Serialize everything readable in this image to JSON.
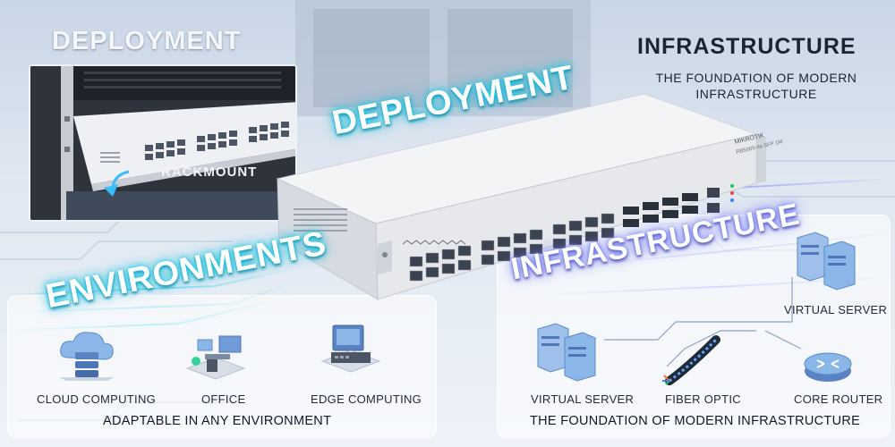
{
  "headings": {
    "deployment": "DEPLOYMENT",
    "infrastructure": "INFRASTRUCTURE",
    "subtitle": "THE FOUNDATION OF MODERN INFRASTRUCTURE"
  },
  "inset": {
    "label": "RACKMOUNT"
  },
  "banners": {
    "deployment": "DEPLOYMENT",
    "environments": "ENVIRONMENTS",
    "infrastructure": "INFRASTRUCTURE"
  },
  "device": {
    "brand": "MIKROTIK",
    "model": "RB5009-IN-SFP 1M"
  },
  "environments": {
    "items": [
      {
        "label": "CLOUD COMPUTING",
        "icon": "cloud-server-icon"
      },
      {
        "label": "OFFICE",
        "icon": "office-desk-icon"
      },
      {
        "label": "EDGE COMPUTING",
        "icon": "edge-device-icon"
      }
    ],
    "caption": "ADAPTABLE IN ANY ENVIRONMENT"
  },
  "infrastructure": {
    "items": [
      {
        "label": "VIRTUAL SERVER",
        "icon": "server-icon"
      },
      {
        "label": "FIBER OPTIC",
        "icon": "fiber-cable-icon"
      },
      {
        "label": "CORE ROUTER",
        "icon": "router-icon"
      },
      {
        "label": "VIRTUAL SERVER",
        "icon": "server-icon"
      }
    ],
    "caption": "THE FOUNDATION OF MODERN INFRASTRUCTURE"
  },
  "colors": {
    "glow_cyan": "#22d3ee",
    "glow_indigo": "#6366f1",
    "icon_blue": "#7aa6dc",
    "switch_body": "#eef0f3"
  }
}
